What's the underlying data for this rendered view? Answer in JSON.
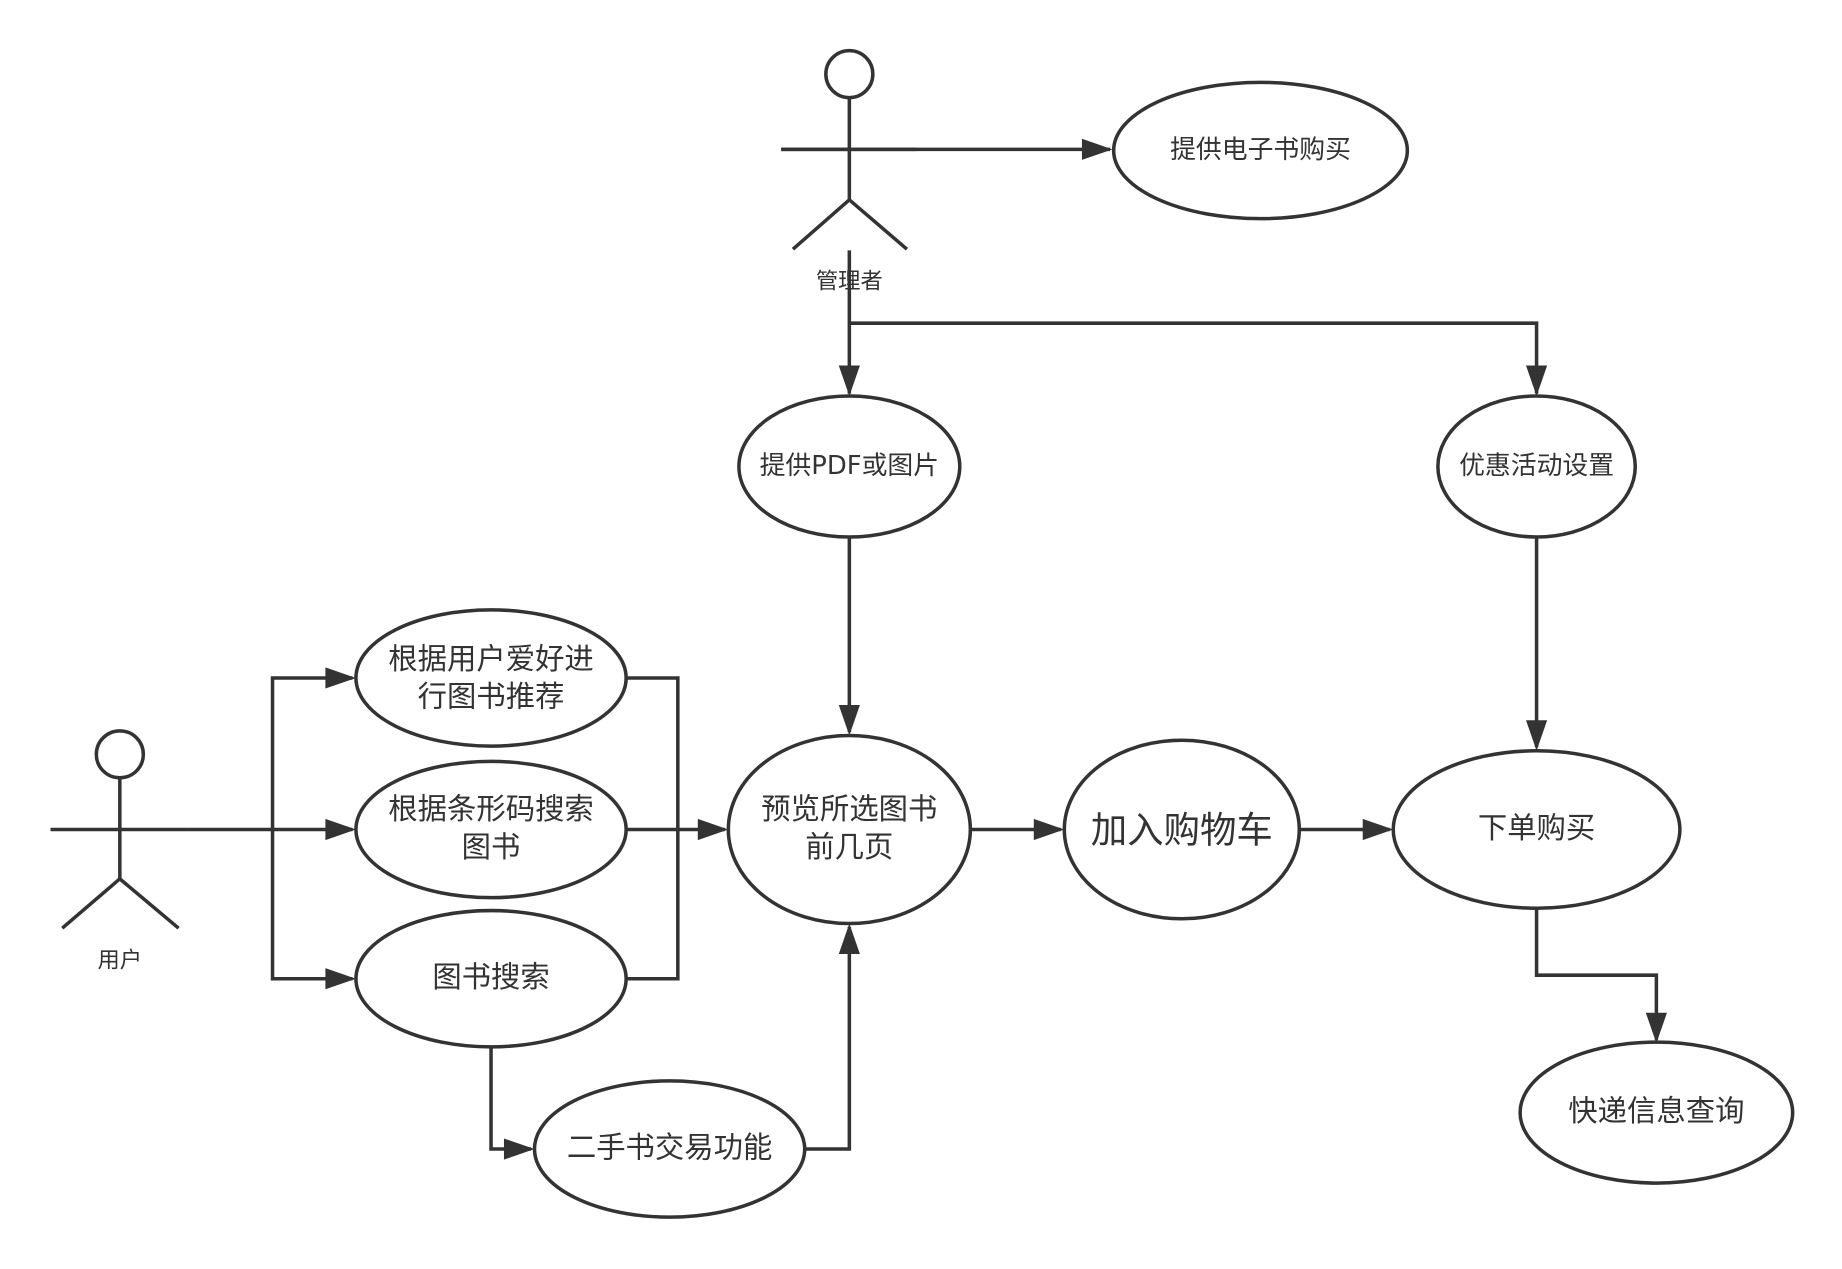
{
  "actors": {
    "admin": "管理者",
    "user": "用户"
  },
  "use_cases": {
    "ebook": "提供电子书购买",
    "pdf": "提供PDF或图片",
    "promo": "优惠活动设置",
    "recommend": [
      "根据用户爱好进",
      "行图书推荐"
    ],
    "barcode": [
      "根据条形码搜索",
      "图书"
    ],
    "search": "图书搜索",
    "secondhand": "二手书交易功能",
    "preview": [
      "预览所选图书",
      "前几页"
    ],
    "cart": "加入购物车",
    "order": "下单购买",
    "express": "快递信息查询"
  }
}
